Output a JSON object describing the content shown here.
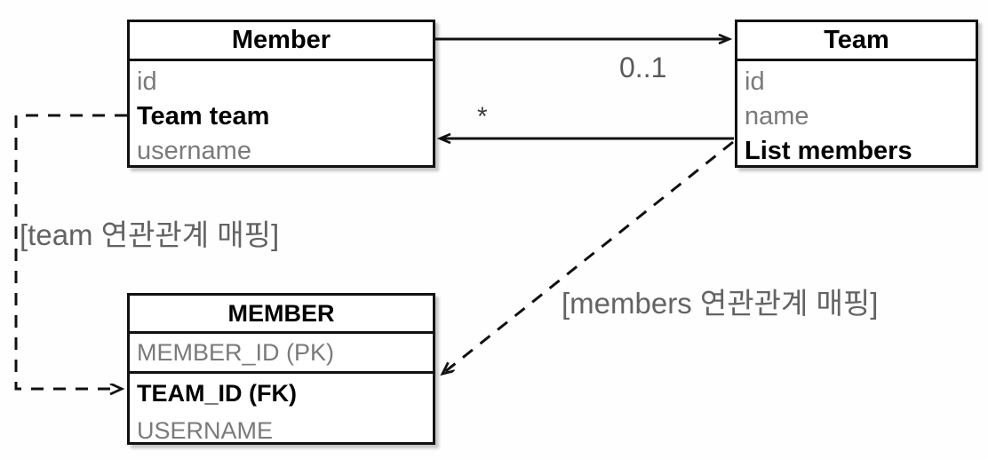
{
  "diagram": {
    "type": "uml-class-to-table-mapping",
    "background_color": "#fefefe",
    "line_color": "#111111",
    "muted_text_color": "#7a7a7a",
    "emphasis_text_color": "#000000"
  },
  "boxes": {
    "member_class": {
      "title": "Member",
      "attributes": [
        {
          "text": "id",
          "emphasis": false
        },
        {
          "text": "Team team",
          "emphasis": true
        },
        {
          "text": "username",
          "emphasis": false
        }
      ]
    },
    "team_class": {
      "title": "Team",
      "attributes": [
        {
          "text": "id",
          "emphasis": false
        },
        {
          "text": "name",
          "emphasis": false
        },
        {
          "text": "List members",
          "emphasis": true
        }
      ]
    },
    "member_table": {
      "title": "MEMBER",
      "primary_key": [
        {
          "text": "MEMBER_ID (PK)",
          "emphasis": false
        }
      ],
      "columns": [
        {
          "text": "TEAM_ID (FK)",
          "emphasis": true
        },
        {
          "text": "USERNAME",
          "emphasis": false
        }
      ]
    }
  },
  "edges": {
    "member_to_team": {
      "multiplicity": "0..1",
      "style": "solid",
      "direction": "right"
    },
    "team_to_member": {
      "multiplicity": "*",
      "style": "solid",
      "direction": "left"
    },
    "team_mapping": {
      "label": "[team 연관관계 매핑]",
      "style": "dashed"
    },
    "members_mapping": {
      "label": "[members 연관관계 매핑]",
      "style": "dashed"
    }
  }
}
